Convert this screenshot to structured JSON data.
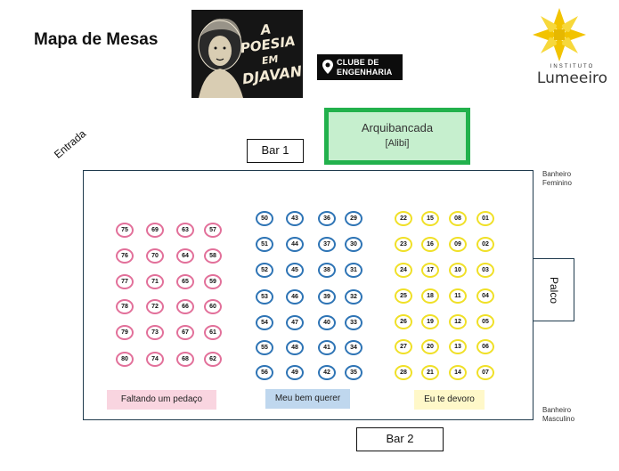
{
  "title": "Mapa de Mesas",
  "logos": {
    "poesia": {
      "line1": "A POESIA",
      "line2": "EM",
      "line3": "DJAVAN"
    },
    "clube": {
      "line1": "CLUBE DE",
      "line2": "ENGENHARIA"
    },
    "lumeeiro": {
      "sub": "INSTITUTO",
      "main": "Lumeeiro"
    }
  },
  "arquibancada": {
    "label": "Arquibancada",
    "sub": "[Alibi]"
  },
  "bar1": "Bar 1",
  "bar2": "Bar 2",
  "entrada": "Entrada",
  "palco": "Palco",
  "banheiro_feminino": {
    "line1": "Banheiro",
    "line2": "Feminino"
  },
  "banheiro_masculino": {
    "line1": "Banheiro",
    "line2": "Masculino"
  },
  "sections": [
    {
      "name": "Faltando um pedaço",
      "color": "#e2709a",
      "legend_bg": "#f9d5e0",
      "columns": [
        [
          "75",
          "76",
          "77",
          "78",
          "79",
          "80"
        ],
        [
          "69",
          "70",
          "71",
          "72",
          "73",
          "74"
        ],
        [
          "63",
          "64",
          "65",
          "66",
          "67",
          "68"
        ],
        [
          "57",
          "58",
          "59",
          "60",
          "61",
          "62"
        ]
      ]
    },
    {
      "name": "Meu bem querer",
      "color": "#2e74b5",
      "legend_bg": "#bfd7ee",
      "columns": [
        [
          "50",
          "51",
          "52",
          "53",
          "54",
          "55",
          "56"
        ],
        [
          "43",
          "44",
          "45",
          "46",
          "47",
          "48",
          "49"
        ],
        [
          "36",
          "37",
          "38",
          "39",
          "40",
          "41",
          "42"
        ],
        [
          "29",
          "30",
          "31",
          "32",
          "33",
          "34",
          "35"
        ]
      ]
    },
    {
      "name": "Eu te devoro",
      "color": "#f0e027",
      "legend_bg": "#fff8c9",
      "columns": [
        [
          "22",
          "23",
          "24",
          "25",
          "26",
          "27",
          "28"
        ],
        [
          "15",
          "16",
          "17",
          "18",
          "19",
          "20",
          "21"
        ],
        [
          "08",
          "09",
          "10",
          "11",
          "12",
          "13",
          "14"
        ],
        [
          "01",
          "02",
          "03",
          "04",
          "05",
          "06",
          "07"
        ]
      ]
    }
  ]
}
